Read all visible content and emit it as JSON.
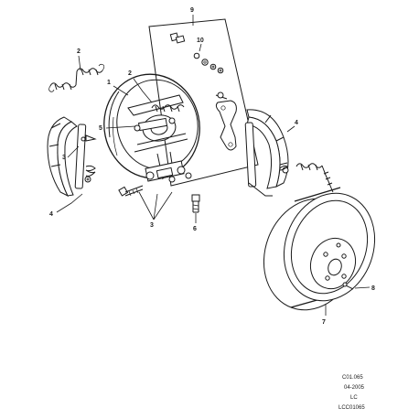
{
  "diagram": {
    "callouts": {
      "c1": "1",
      "c2a": "2",
      "c2b": "2",
      "c3": "3",
      "c4a": "4",
      "c4b": "4",
      "c5": "5",
      "c6": "6",
      "c7": "7",
      "c8": "8",
      "c9": "9",
      "c10": "10"
    },
    "reference": {
      "code": "C01.065",
      "date": "04-2005",
      "model": "LC",
      "figure": "LCC01065"
    },
    "colors": {
      "line": "#1a1a1a",
      "callout": "#1a1a80",
      "background": "#ffffff"
    }
  }
}
